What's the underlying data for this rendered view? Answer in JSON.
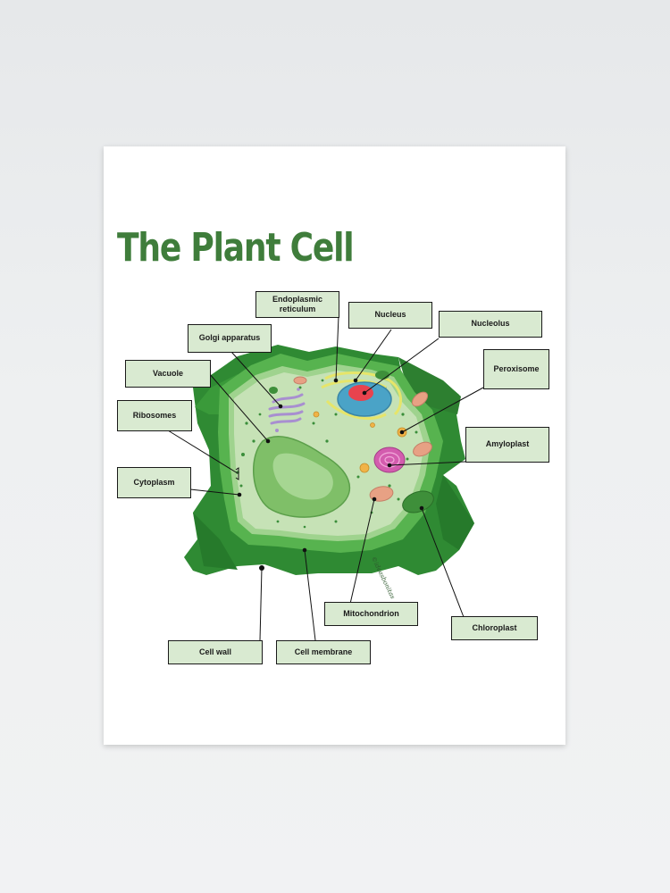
{
  "title": "The Plant Cell",
  "watermark": "©ideasbonitas",
  "labels": {
    "endoplasmic_reticulum": "Endoplasmic reticulum",
    "nucleus": "Nucleus",
    "nucleolus": "Nucleolus",
    "golgi_apparatus": "Golgi apparatus",
    "vacuole": "Vacuole",
    "peroxisome": "Peroxisome",
    "ribosomes": "Ribosomes",
    "amyloplast": "Amyloplast",
    "cytoplasm": "Cytoplasm",
    "mitochondrion": "Mitochondrion",
    "chloroplast": "Chloroplast",
    "cell_wall": "Cell wall",
    "cell_membrane": "Cell membrane"
  },
  "colors": {
    "title": "#3f7d3b",
    "label_fill": "#d9ead1",
    "cell_wall": "#3f9a3e",
    "cytoplasm": "#c6e2b6",
    "vacuole": "#7fbf68",
    "nucleus": "#4aa3c7",
    "nucleolus": "#e8434e",
    "golgi": "#a88fd0",
    "er": "#e6e56a",
    "mitochondrion": "#e7a184",
    "amyloplast": "#d35cae",
    "chloroplast": "#3e8f3a"
  }
}
